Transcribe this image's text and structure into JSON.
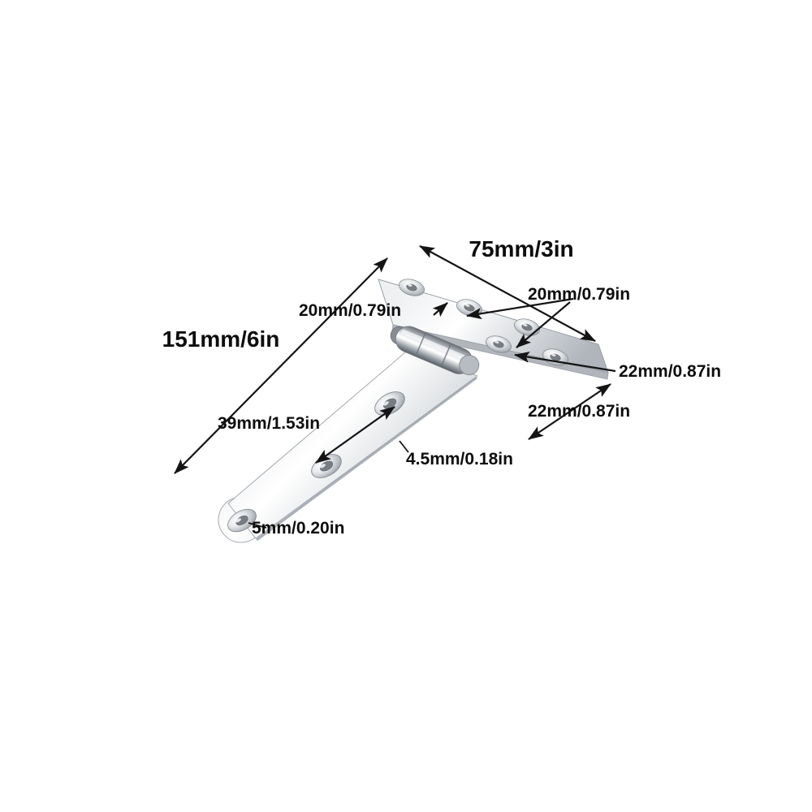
{
  "diagram": {
    "subject": "t-hinge-dimension-diagram",
    "dimension_labels": {
      "plate_length": "75mm/3in",
      "overall_height": "151mm/6in",
      "top_hole_spacing_left": "20mm/0.79in",
      "top_hole_spacing_right": "20mm/0.79in",
      "right_edge_offset": "22mm/0.87in",
      "plate_width": "22mm/0.87in",
      "strap_hole_spacing": "39mm/1.53in",
      "material_thickness": "4.5mm/0.18in",
      "tip_hole_diameter": "5mm/0.20in"
    },
    "colors": {
      "background": "#ffffff",
      "dimension_lines": "#141414",
      "metal_light": "#ffffff",
      "metal_mid": "#cfd3d8",
      "metal_dark": "#8d939a"
    }
  }
}
